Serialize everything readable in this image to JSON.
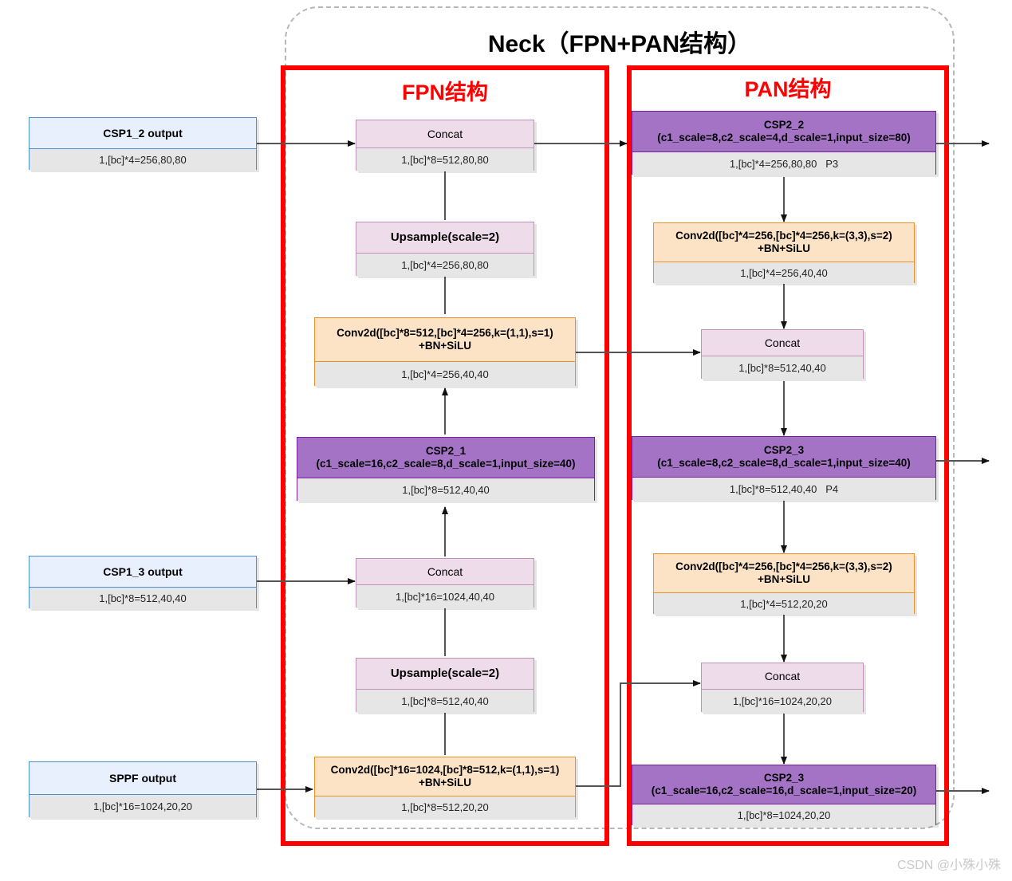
{
  "diagram": {
    "title": "Neck（FPN+PAN结构）",
    "watermark": "CSDN @小殊小殊",
    "sections": {
      "fpn_title": "FPN结构",
      "pan_title": "PAN结构"
    },
    "colors": {
      "frame_red": "#ff0000",
      "input_blue_fill": "#e8f0fe",
      "input_blue_border": "#4a90d9",
      "pink_fill": "#eedcea",
      "pink_border": "#c093b5",
      "orange_fill": "#fde3c6",
      "orange_border": "#e8902a",
      "purple_fill": "#a473c6",
      "purple_border": "#7b1fa2",
      "sub_gray": "#e6e6e6",
      "boundary_dashed": "#b8b8b8",
      "watermark_gray": "#c9c9c9"
    },
    "inputs": [
      {
        "head": "CSP1_2 output",
        "sub": "1,[bc]*4=256,80,80"
      },
      {
        "head": "CSP1_3 output",
        "sub": "1,[bc]*8=512,40,40"
      },
      {
        "head": "SPPF output",
        "sub": "1,[bc]*16=1024,20,20"
      }
    ],
    "fpn_nodes": [
      {
        "head": "Concat",
        "sub": "1,[bc]*8=512,80,80"
      },
      {
        "head": "Upsample(scale=2)",
        "sub": "1,[bc]*4=256,80,80"
      },
      {
        "head": "Conv2d([bc]*8=512,[bc]*4=256,k=(1,1),s=1)\n+BN+SiLU",
        "sub": "1,[bc]*4=256,40,40"
      },
      {
        "head": "CSP2_1\n(c1_scale=16,c2_scale=8,d_scale=1,input_size=40)",
        "sub": "1,[bc]*8=512,40,40"
      },
      {
        "head": "Concat",
        "sub": "1,[bc]*16=1024,40,40"
      },
      {
        "head": "Upsample(scale=2)",
        "sub": "1,[bc]*8=512,40,40"
      },
      {
        "head": "Conv2d([bc]*16=1024,[bc]*8=512,k=(1,1),s=1)\n+BN+SiLU",
        "sub": "1,[bc]*8=512,20,20"
      }
    ],
    "pan_nodes": [
      {
        "head": "CSP2_2\n(c1_scale=8,c2_scale=4,d_scale=1,input_size=80)",
        "sub": "1,[bc]*4=256,80,80   P3"
      },
      {
        "head": "Conv2d([bc]*4=256,[bc]*4=256,k=(3,3),s=2)\n+BN+SiLU",
        "sub": "1,[bc]*4=256,40,40"
      },
      {
        "head": "Concat",
        "sub": "1,[bc]*8=512,40,40"
      },
      {
        "head": "CSP2_3\n(c1_scale=8,c2_scale=8,d_scale=1,input_size=40)",
        "sub": "1,[bc]*8=512,40,40   P4"
      },
      {
        "head": "Conv2d([bc]*4=256,[bc]*4=256,k=(3,3),s=2)\n+BN+SiLU",
        "sub": "1,[bc]*4=512,20,20"
      },
      {
        "head": "Concat",
        "sub": "1,[bc]*16=1024,20,20"
      },
      {
        "head": "CSP2_3\n(c1_scale=16,c2_scale=16,d_scale=1,input_size=20)",
        "sub": "1,[bc]*8=1024,20,20"
      }
    ]
  }
}
